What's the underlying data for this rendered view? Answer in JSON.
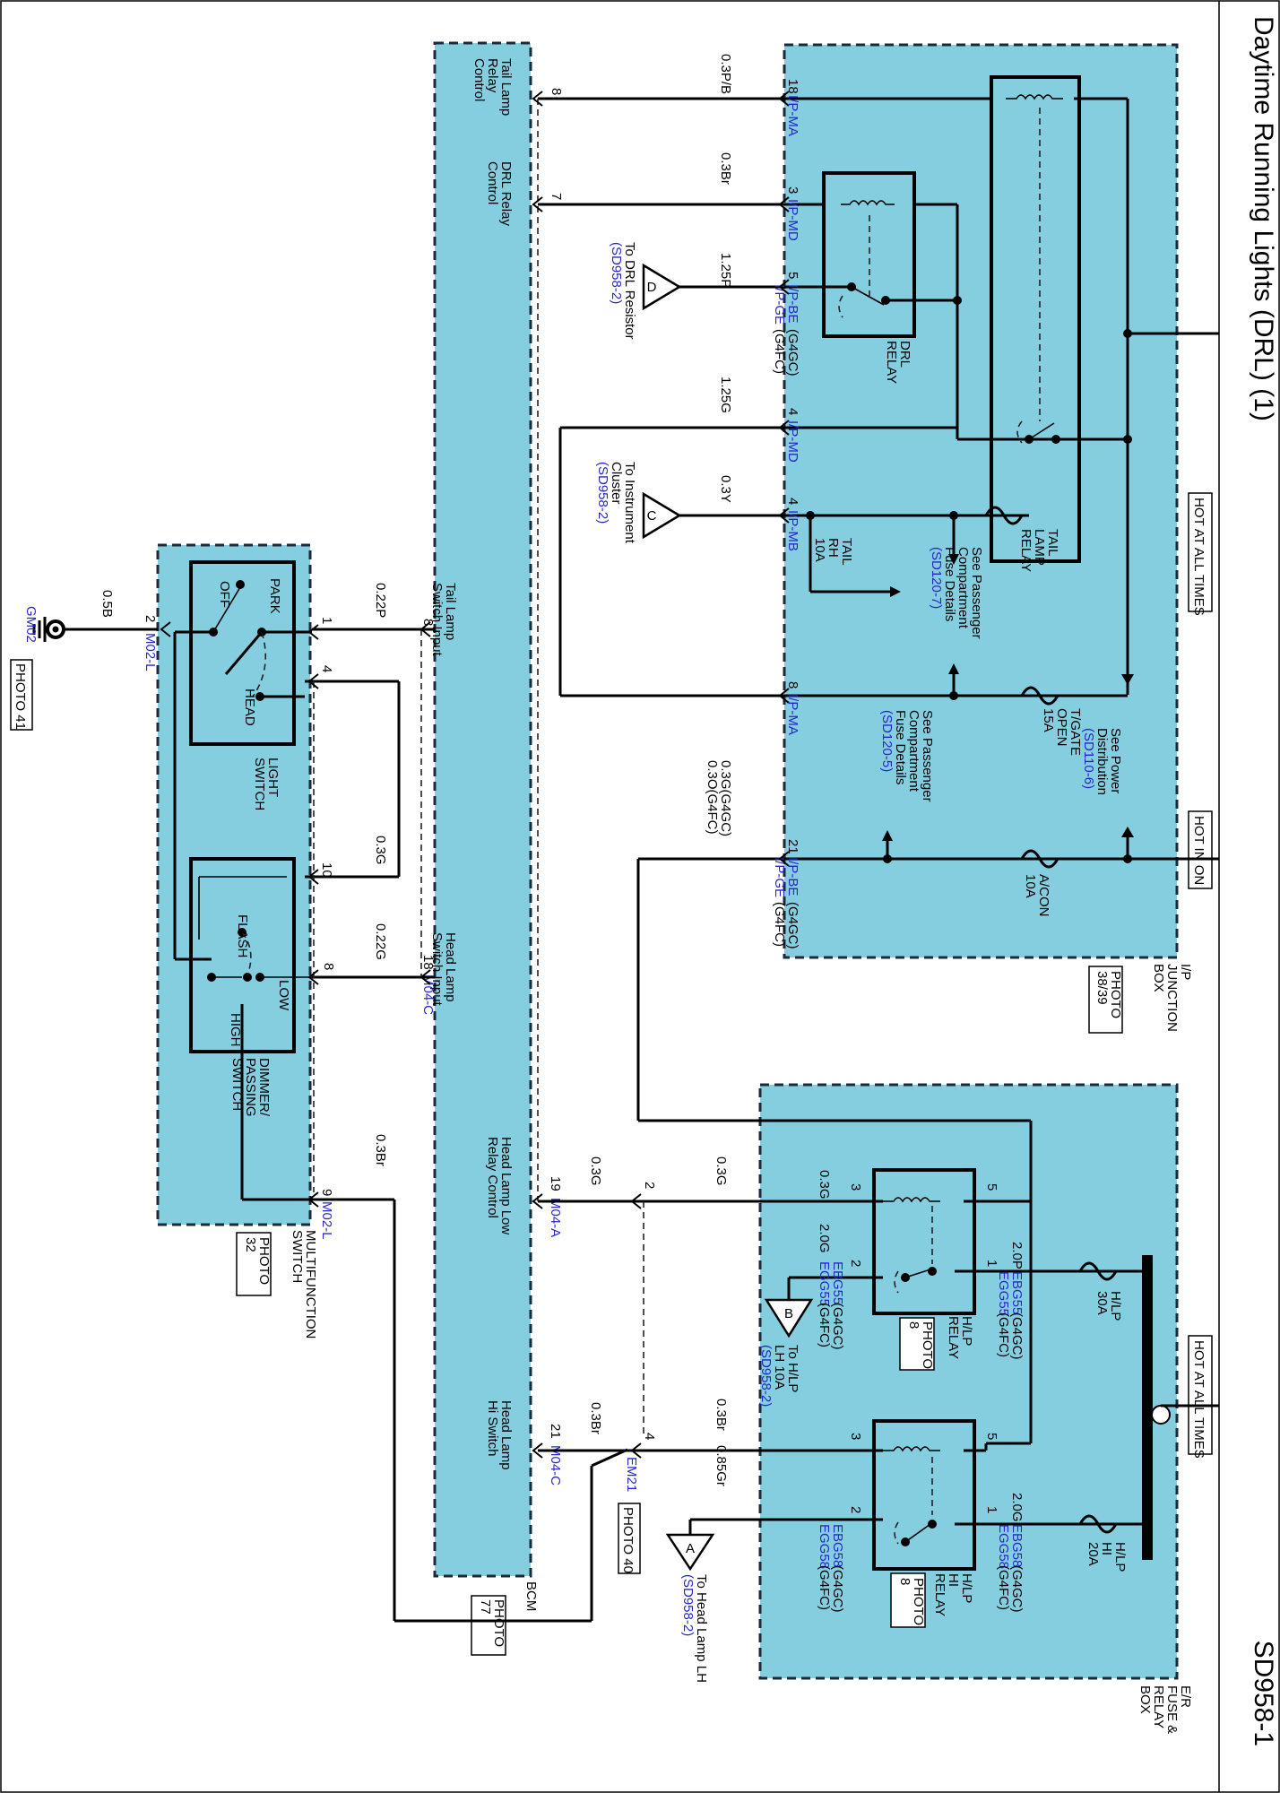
{
  "title": "Daytime Running Lights (DRL)   (1)",
  "page_code": "SD958-1",
  "hot_labels": {
    "hot_all_times_1": "HOT AT ALL TIMES",
    "hot_in_on": "HOT IN ON",
    "hot_all_times_2": "HOT AT ALL TIMES"
  },
  "boxes": {
    "ip_junction": [
      "I/P",
      "JUNCTION",
      "BOX"
    ],
    "ip_junction_photo": [
      "PHOTO",
      "38/39"
    ],
    "er_fuse": [
      "E/R",
      "FUSE &",
      "RELAY",
      "BOX"
    ],
    "bcm": "BCM",
    "bcm_photo": [
      "PHOTO",
      "77"
    ],
    "multifunction": [
      "MULTIFUNCTION",
      "SWITCH"
    ],
    "multifunction_photo": [
      "PHOTO",
      "32"
    ]
  },
  "relays": {
    "tail_lamp": [
      "TAIL",
      "LAMP",
      "RELAY"
    ],
    "drl": [
      "DRL",
      "RELAY"
    ],
    "hlp_low": [
      "H/LP",
      "RELAY"
    ],
    "hlp_low_photo": [
      "PHOTO",
      "8"
    ],
    "hlp_hi": [
      "H/LP",
      "HI",
      "RELAY"
    ],
    "hlp_hi_photo": [
      "PHOTO",
      "8"
    ]
  },
  "fuses": {
    "tail_rh": [
      "TAIL",
      "RH",
      "10A"
    ],
    "tgate": [
      "T/GATE",
      "OPEN",
      "15A"
    ],
    "acon": [
      "A/CON",
      "10A"
    ],
    "hlp_30": [
      "H/LP",
      "30A"
    ],
    "hlp_hi_20": [
      "H/LP",
      "HI",
      "20A"
    ]
  },
  "references": {
    "power_dist": [
      "See Power",
      "Distribution"
    ],
    "power_dist_code": "(SD110-6)",
    "pass_comp_1": [
      "See Passenger",
      "Compartment",
      "Fuse Details"
    ],
    "pass_comp_1_code": "(SD120-7)",
    "pass_comp_2": [
      "See Passenger",
      "Compartment",
      "Fuse Details"
    ],
    "pass_comp_2_code": "(SD120-5)"
  },
  "ip_pins": [
    {
      "pin": "18",
      "conn": "I/P-MA",
      "wire": "0.3P/B",
      "bcm_pin": "8",
      "bcm_label": [
        "Tail Lamp",
        "Relay",
        "Control"
      ]
    },
    {
      "pin": "3",
      "conn": "I/P-MD",
      "wire": "0.3Br",
      "bcm_pin": "7",
      "bcm_label": [
        "DRL Relay",
        "Control"
      ]
    },
    {
      "pin": "5",
      "conn": "I/P-BE",
      "conn_suffix": "(G4GC)",
      "conn2": "I/P-GE",
      "conn2_suffix": "(G4FC)",
      "wire": "1.25P"
    },
    {
      "pin": "4",
      "conn": "I/P-MD",
      "wire": "1.25G"
    },
    {
      "pin": "4",
      "conn": "I/P-MB",
      "wire": "0.3Y"
    },
    {
      "pin": "8",
      "conn": "I/P-MA"
    },
    {
      "pin": "21",
      "conn": "I/P-BE",
      "conn_suffix": "(G4GC)",
      "conn2": "I/P-GE",
      "conn2_suffix": "(G4FC)",
      "wire": "0.3G(G4GC)",
      "wire2": "0.3O(G4FC)"
    }
  ],
  "offpage": {
    "d": {
      "letter": "D",
      "text": "To DRL Resistor",
      "code": "(SD958-2)"
    },
    "c": {
      "letter": "C",
      "text": [
        "To Instrument",
        "Cluster"
      ],
      "code": "(SD958-2)"
    },
    "b": {
      "letter": "B",
      "text": [
        "To H/LP",
        "LH 10A"
      ],
      "code": "(SD958-2)"
    },
    "a": {
      "letter": "A",
      "text": "To Head Lamp LH",
      "code": "(SD958-2)"
    }
  },
  "bcm_inputs": {
    "tail_sw": {
      "pin": "8",
      "label": [
        "Tail Lamp",
        "Switch Input"
      ],
      "wire": "0.22P"
    },
    "head_sw": {
      "pin": "18",
      "conn": "M04-C",
      "label": [
        "Head Lamp",
        "Switch Input"
      ],
      "wire": "0.22G"
    },
    "low_relay": {
      "pin": "19",
      "conn": "M04-A",
      "label": [
        "Head Lamp Low",
        "Relay Control"
      ],
      "wire": "0.3G"
    },
    "hi_sw": {
      "pin": "21",
      "conn": "M04-C",
      "label": [
        "Head Lamp",
        "Hi Switch"
      ],
      "wire": "0.3Br"
    }
  },
  "light_switch": {
    "name": [
      "LIGHT",
      "SWITCH"
    ],
    "off": "OFF",
    "park": "PARK",
    "head": "HEAD",
    "pins": [
      "1",
      "4",
      "10"
    ],
    "wire_10": "0.3G"
  },
  "dimmer_switch": {
    "name": [
      "DIMMER/",
      "PASSING",
      "SWITCH"
    ],
    "flash": "FLASH",
    "low": "LOW",
    "high": "HIGH",
    "pin": "8"
  },
  "ground": {
    "pin": "2",
    "conn": "M02-L",
    "wire": "0.5B",
    "gnd": "GM02",
    "photo": "PHOTO 41"
  },
  "multifunction_pin_9": {
    "pin": "9",
    "conn": "M02-L",
    "wire": "0.3Br"
  },
  "em21": {
    "conn": "EM21",
    "photo": "PHOTO 40",
    "pin_2": "2",
    "pin_4": "4",
    "wire_a": "0.3G",
    "wire_b": "0.3Br",
    "wire_c": "0.85Gr"
  },
  "er_pins": {
    "low": {
      "p3": "3",
      "p2": "2",
      "p5": "5",
      "p1": "1",
      "wire_3": "0.3G",
      "wire_2": "2.0G",
      "wire_1": "2.0P",
      "conn_top": "EBG55",
      "conn_top_suffix": "(G4GC)",
      "conn_top2": "EGG55",
      "conn_top2_suffix": "(G4FC)",
      "conn_bot": "EBG55",
      "conn_bot_suffix": "(G4GC)",
      "conn_bot2": "EGG55",
      "conn_bot2_suffix": "(G4FC)"
    },
    "hi": {
      "p3": "3",
      "p2": "2",
      "p5": "5",
      "p1": "1",
      "wire_1": "2.0G",
      "conn_top": "EBG58",
      "conn_top_suffix": "(G4GC)",
      "conn_top2": "EGG58",
      "conn_top2_suffix": "(G4FC)",
      "conn_bot": "EBG58",
      "conn_bot_suffix": "(G4GC)",
      "conn_bot2": "EGG58",
      "conn_bot2_suffix": "(G4FC)"
    }
  }
}
